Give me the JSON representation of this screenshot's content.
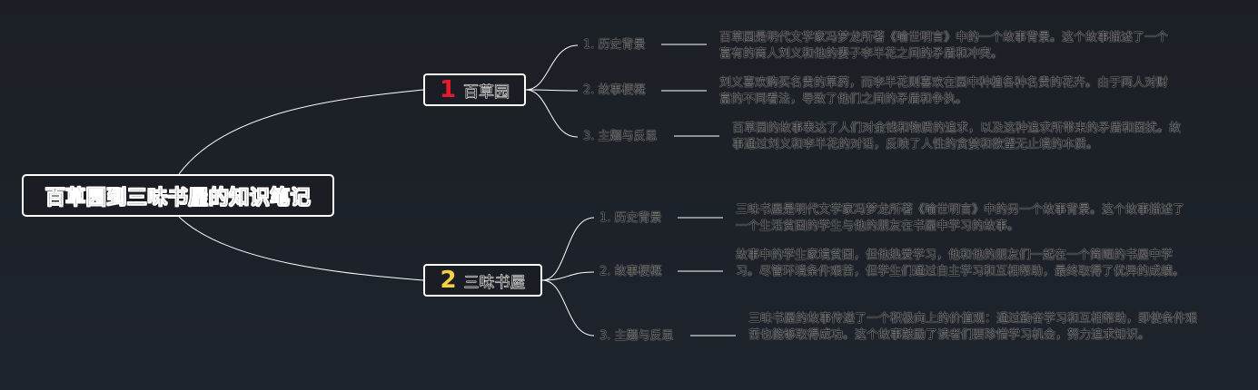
{
  "root": {
    "title": "百草园到三味书屋的知识笔记"
  },
  "branches": [
    {
      "number": "1",
      "number_color": "#e8192c",
      "label": "百草园",
      "items": [
        {
          "title": "1. 历史背景",
          "description": "百草园是明代文学家冯梦龙所著《喻世明言》中的一个故事背景。这个故事描述了一个富有的商人刘义和他的妻子李半花之间的矛盾和冲突。"
        },
        {
          "title": "2. 故事梗概",
          "description": "刘义喜欢购买名贵的草药，而李半花则喜欢在园中种植各种名贵的花卉。由于两人对财富的不同看法，导致了他们之间的矛盾和争执。"
        },
        {
          "title": "3. 主题与反思",
          "description": "百草园的故事表达了人们对金钱和物质的追求，以及这种追求所带来的矛盾和困扰。故事通过刘义和李半花的对话，反映了人性的贪婪和欲望无止境的本质。"
        }
      ]
    },
    {
      "number": "2",
      "number_color": "#f5d142",
      "label": "三味书屋",
      "items": [
        {
          "title": "1. 历史背景",
          "description": "三味书屋是明代文学家冯梦龙所著《喻世明言》中的另一个故事背景。这个故事描述了一个生活贫困的学生与他的朋友在书屋中学习的故事。"
        },
        {
          "title": "2. 故事梗概",
          "description": "故事中的学生家境贫困，但他热爱学习，他和他的朋友们一起在一个简陋的书屋中学习。尽管环境条件艰苦，但学生们通过自主学习和互相帮助，最终取得了优异的成绩。"
        },
        {
          "title": "3. 主题与反思",
          "description": "三味书屋的故事传递了一个积极向上的价值观：通过勤奋学习和互相帮助，即使条件艰苦也能够取得成功。这个故事鼓励了读者们要珍惜学习机会，努力追求知识。"
        }
      ]
    }
  ],
  "colors": {
    "background": "#1b1f25",
    "line": "#ffffff",
    "node_border": "#ffffff"
  }
}
